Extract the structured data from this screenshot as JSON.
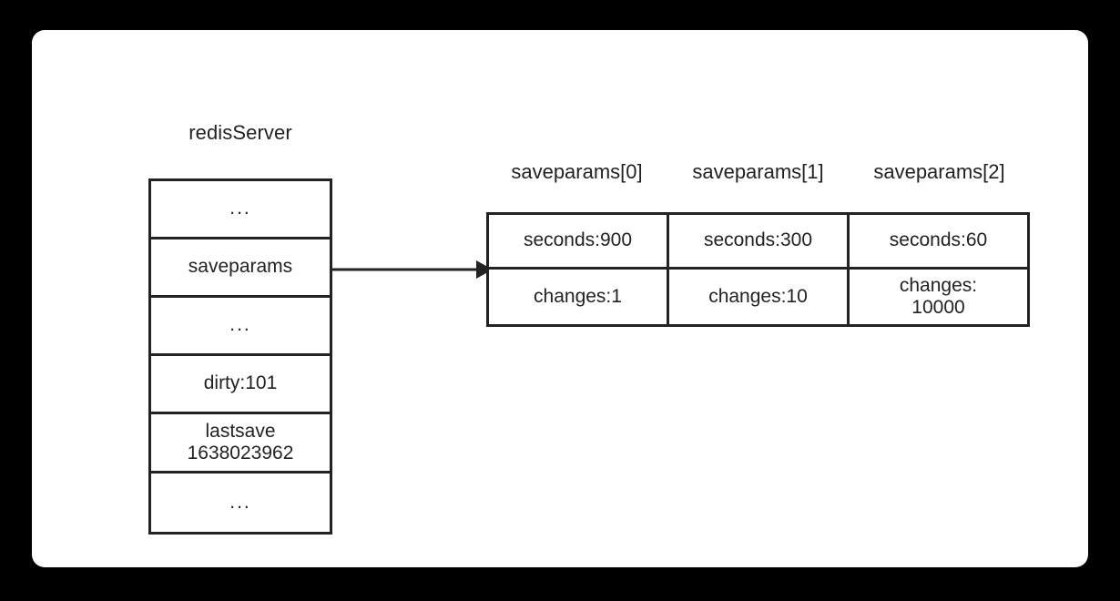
{
  "diagram": {
    "background_color": "#000000",
    "card_color": "#ffffff",
    "line_color": "#232323",
    "text_color": "#222222",
    "struct": {
      "title": "redisServer",
      "rows": [
        {
          "kind": "ellipsis",
          "text": "..."
        },
        {
          "kind": "field",
          "text": "saveparams"
        },
        {
          "kind": "ellipsis",
          "text": "..."
        },
        {
          "kind": "field",
          "text": "dirty:101"
        },
        {
          "kind": "field_wrapped",
          "line1": "lastsave",
          "line2": "1638023962"
        },
        {
          "kind": "ellipsis",
          "text": "..."
        }
      ]
    },
    "arrow": {
      "name": "saveparams-pointer-arrow",
      "from": "saveparams",
      "to": "saveparams-table"
    },
    "table": {
      "headers": [
        "saveparams[0]",
        "saveparams[1]",
        "saveparams[2]"
      ],
      "columns": [
        {
          "seconds": "seconds:900",
          "changes": "changes:1",
          "changes_line1": "changes:1",
          "changes_line2": ""
        },
        {
          "seconds": "seconds:300",
          "changes": "changes:10",
          "changes_line1": "changes:10",
          "changes_line2": ""
        },
        {
          "seconds": "seconds:60",
          "changes": "changes: 10000",
          "changes_line1": "changes:",
          "changes_line2": "10000"
        }
      ]
    }
  }
}
